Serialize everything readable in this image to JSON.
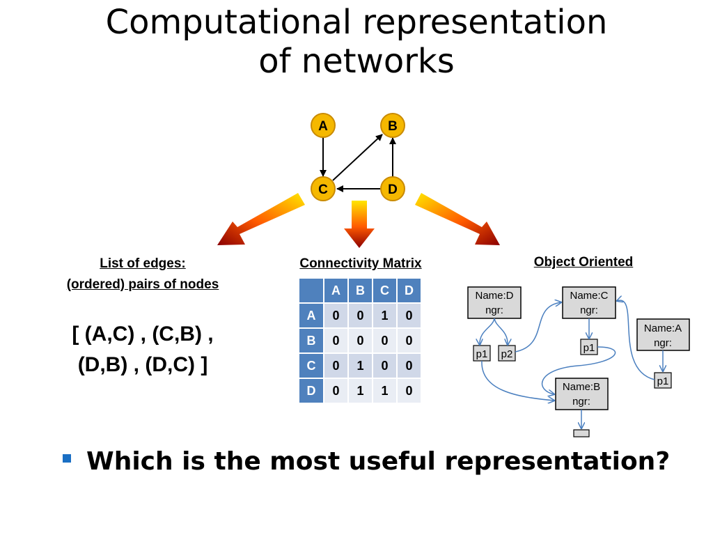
{
  "title": {
    "line1": "Computational representation",
    "line2": "of networks"
  },
  "graph": {
    "nodes": [
      "A",
      "B",
      "C",
      "D"
    ]
  },
  "colors": {
    "node_fill": "#f5b800",
    "node_stroke": "#c98a00",
    "table_header": "#4f81bd",
    "table_row_a": "#d0d8e8",
    "table_row_b": "#e9edf4",
    "bullet": "#1a6fc4",
    "obj_box": "#d9d9d9",
    "obj_arrow": "#4a7fbf"
  },
  "edge_list": {
    "header_line1": "List of edges:",
    "header_line2": "(ordered) pairs of nodes",
    "line1": "[ (A,C) , (C,B) ,",
    "line2": "(D,B) , (D,C) ]"
  },
  "matrix": {
    "header": "Connectivity Matrix",
    "columns": [
      "A",
      "B",
      "C",
      "D"
    ],
    "rows": [
      {
        "label": "A",
        "values": [
          "0",
          "0",
          "1",
          "0"
        ]
      },
      {
        "label": "B",
        "values": [
          "0",
          "0",
          "0",
          "0"
        ]
      },
      {
        "label": "C",
        "values": [
          "0",
          "1",
          "0",
          "0"
        ]
      },
      {
        "label": "D",
        "values": [
          "0",
          "1",
          "1",
          "0"
        ]
      }
    ]
  },
  "object_oriented": {
    "header": "Object Oriented",
    "boxes": {
      "d": {
        "name": "Name:D",
        "ngr": "ngr:"
      },
      "c": {
        "name": "Name:C",
        "ngr": "ngr:"
      },
      "a": {
        "name": "Name:A",
        "ngr": "ngr:"
      },
      "b": {
        "name": "Name:B",
        "ngr": "ngr:"
      }
    },
    "pointers": {
      "d_p1": "p1",
      "d_p2": "p2",
      "c_p1": "p1",
      "a_p1": "p1"
    }
  },
  "question": "Which is the most useful representation?"
}
